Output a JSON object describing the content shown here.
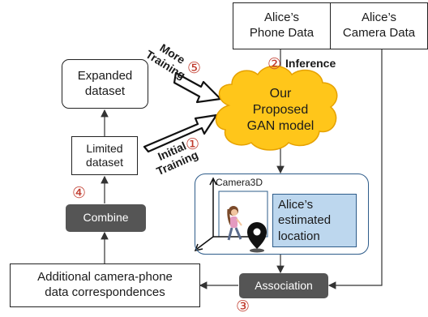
{
  "nodes": {
    "phone_data": "Alice’s\nPhone Data",
    "camera_data": "Alice’s\nCamera Data",
    "gan_model": "Our\nProposed\nGAN model",
    "expanded_dataset": "Expanded\ndataset",
    "limited_dataset": "Limited\ndataset",
    "combine": "Combine",
    "camera3d": "Camera3D",
    "estimated_location": "Alice’s\nestimated\nlocation",
    "additional_data": "Additional camera-phone\ndata correspondences",
    "association": "Association"
  },
  "edge_labels": {
    "inference": "Inference",
    "more_training": "More\nTraining",
    "initial_training": "Initial\nTraining"
  },
  "step_markers": {
    "initial_training": "①",
    "inference": "②",
    "association": "③",
    "combine": "④",
    "more_training": "⑤"
  },
  "colors": {
    "cloud_fill": "#ffc61a",
    "dark_box": "#555555",
    "location_fill": "#bdd7ee",
    "step_marker": "#c0392b",
    "camera_frame_border": "#2e5c8a"
  },
  "icons": [
    "person-walking-icon",
    "location-pin-icon",
    "axes-icon",
    "arrow-icon"
  ]
}
